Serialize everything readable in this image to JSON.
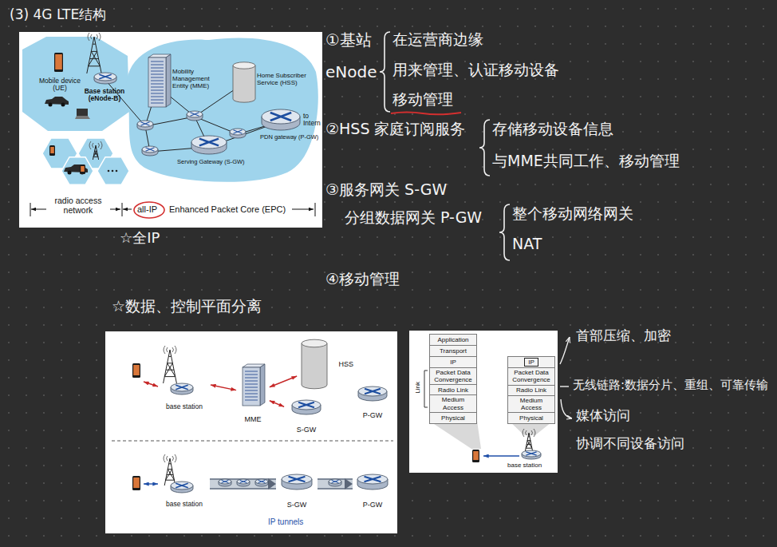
{
  "diagram": {
    "title": "(3) 4G LTE结构",
    "nodes": [
      {
        "text": [
          "base station"
        ]
      },
      {
        "text": [
          "MME"
        ]
      },
      {
        "text": [
          "HSS"
        ]
      },
      {
        "text": [
          "S-GW"
        ]
      },
      {
        "text": [
          "P-GW"
        ]
      },
      {
        "text": [
          "base station"
        ]
      },
      {
        "text": [
          "S-GW"
        ]
      },
      {
        "text": [
          "P-GW"
        ]
      },
      {
        "text": [
          "Application"
        ]
      },
      {
        "text": [
          "Transport"
        ]
      },
      {
        "text": [
          "IP"
        ]
      },
      {
        "text": [
          "Packet Data Convergence"
        ]
      },
      {
        "text": [
          "Radio Link"
        ]
      },
      {
        "text": [
          "Medium Access"
        ]
      },
      {
        "text": [
          "Physical"
        ]
      },
      {
        "text": [
          "IP"
        ]
      },
      {
        "text": [
          "Packet Data Convergence"
        ]
      },
      {
        "text": [
          "Radio Link"
        ]
      },
      {
        "text": [
          "Medium Access"
        ]
      },
      {
        "text": [
          "Physical"
        ]
      }
    ],
    "edges": [
      {
        "from": 0,
        "to": 1,
        "arrow": "both"
      },
      {
        "from": 1,
        "to": 2,
        "arrow": "both"
      },
      {
        "from": 1,
        "to": 3,
        "arrow": "both"
      },
      {
        "from": 5,
        "to": 6,
        "arrow": "to"
      },
      {
        "from": 6,
        "to": 7,
        "arrow": "to"
      }
    ],
    "labels": [
      "Mobile device (UE)",
      "Base station (eNode-B)",
      "Mobility Management Entity (MME)",
      "Home Subscriber Service (HSS)",
      "to Intern",
      "PDN gateway (P-GW)",
      "Serving Gateway (S-GW)",
      "radio access network",
      "all-IP",
      "Enhanced Packet Core (EPC)",
      "①基站",
      "eNode",
      "在运营商边缘",
      "用来管理、认证移动设备",
      "移动管理",
      "②HSS 家庭订阅服务",
      "存储移动设备信息",
      "与MME共同工作、移动管理",
      "③服务网关 S-GW",
      "分组数据网关 P-GW",
      "整个移动网络网关",
      "NAT",
      "☆全IP",
      "④移动管理",
      "☆数据、控制平面分离",
      "IP tunnels",
      "Link",
      "base station",
      "首部压缩、加密",
      "无线链路:数据分片、重组、可靠传输",
      "媒体访问",
      "协调不同设备访问"
    ]
  }
}
